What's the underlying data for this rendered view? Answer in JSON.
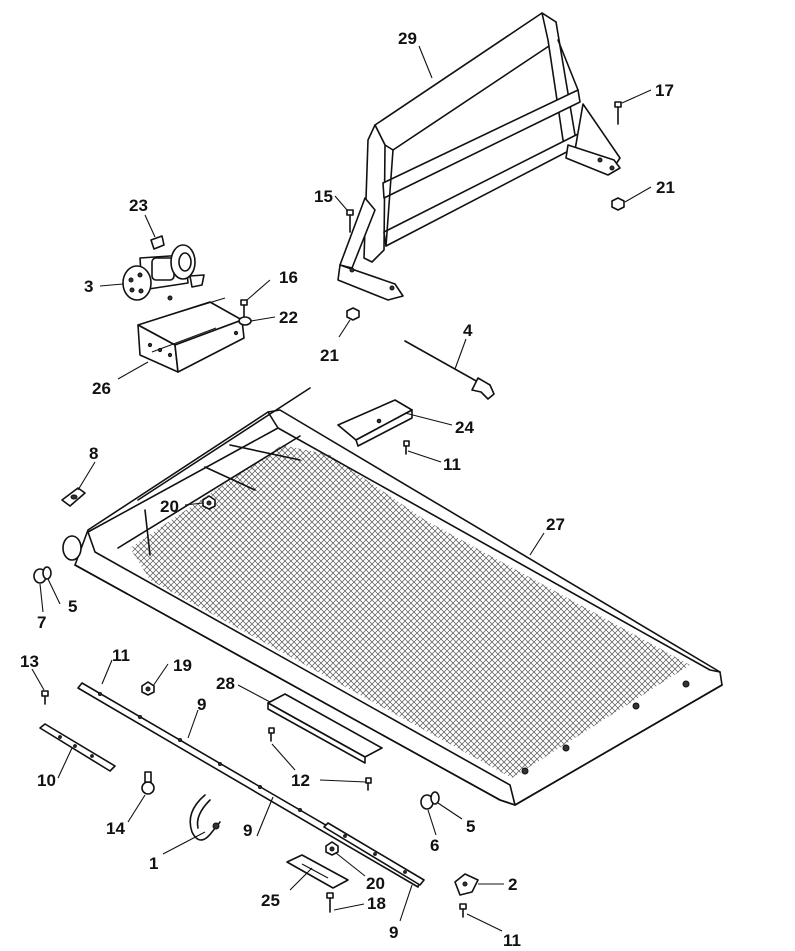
{
  "callouts": {
    "c1": "1",
    "c2": "2",
    "c3": "3",
    "c4": "4",
    "c5a": "5",
    "c5b": "5",
    "c6": "6",
    "c7": "7",
    "c8": "8",
    "c9a": "9",
    "c9b": "9",
    "c9c": "9",
    "c10": "10",
    "c11a": "11",
    "c11b": "11",
    "c11c": "11",
    "c12": "12",
    "c13": "13",
    "c14": "14",
    "c15": "15",
    "c16": "16",
    "c17": "17",
    "c18": "18",
    "c19": "19",
    "c20a": "20",
    "c20b": "20",
    "c21a": "21",
    "c21b": "21",
    "c22": "22",
    "c23": "23",
    "c24": "24",
    "c25": "25",
    "c26": "26",
    "c27": "27",
    "c28": "28",
    "c29": "29"
  }
}
